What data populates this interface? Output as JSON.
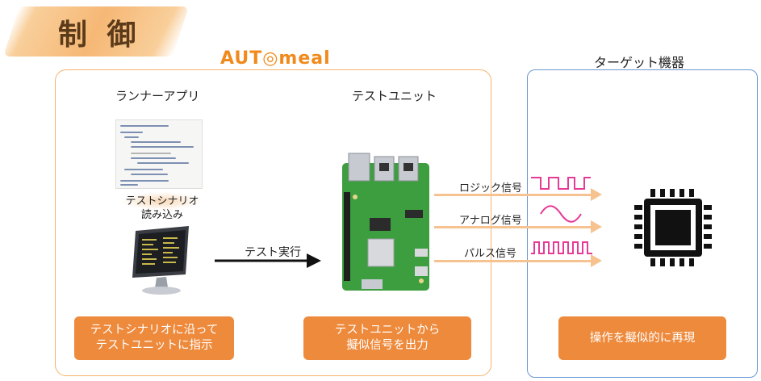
{
  "header": {
    "title": "制 御",
    "brand": "AUT◎meal"
  },
  "target": {
    "title": "ターゲット機器",
    "action": "操作を擬似的に再現"
  },
  "runner": {
    "title": "ランナーアプリ",
    "scenario_load": "テストシナリオ\n読み込み",
    "action": "テストシナリオに沿って\nテストユニットに指示"
  },
  "unit": {
    "title": "テストユニット",
    "action": "テストユニットから\n擬似信号を出力"
  },
  "flow": {
    "test_run": "テスト実行"
  },
  "signals": [
    {
      "label": "ロジック信号",
      "icon": "logic-wave-icon"
    },
    {
      "label": "アナログ信号",
      "icon": "sine-wave-icon"
    },
    {
      "label": "パルス信号",
      "icon": "pulse-wave-icon"
    }
  ],
  "colors": {
    "accent_orange": "#ee8a3c",
    "brand_orange": "#f08a1c",
    "target_border": "#6c98d4",
    "main_border": "#f5b36b"
  }
}
